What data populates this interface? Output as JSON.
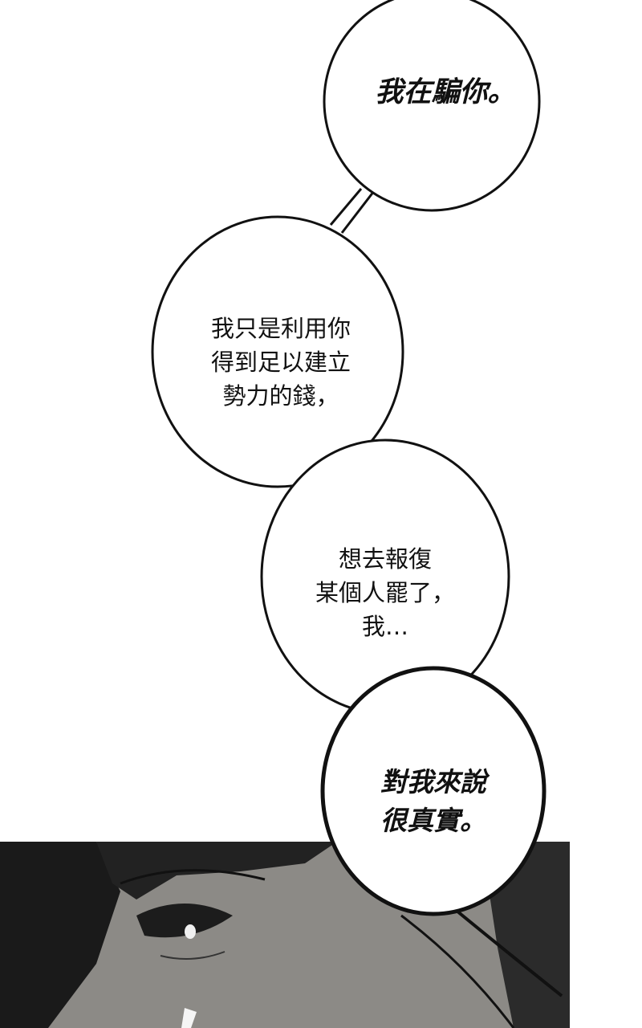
{
  "panel": {
    "background": "#ffffff",
    "scene_colors": {
      "skin": "#8c8a86",
      "hair": "#1a1a1a",
      "outline": "#111111"
    }
  },
  "bubbles": [
    {
      "id": "bubble-1",
      "lines": [
        "我在騙你。"
      ]
    },
    {
      "id": "bubble-2",
      "lines": [
        "我只是利用你",
        "得到足以建立",
        "勢力的錢，"
      ]
    },
    {
      "id": "bubble-3",
      "lines": [
        "想去報復",
        "某個人罷了，",
        "我…"
      ]
    },
    {
      "id": "bubble-4",
      "lines": [
        "對我來說",
        "很真實。"
      ]
    }
  ]
}
